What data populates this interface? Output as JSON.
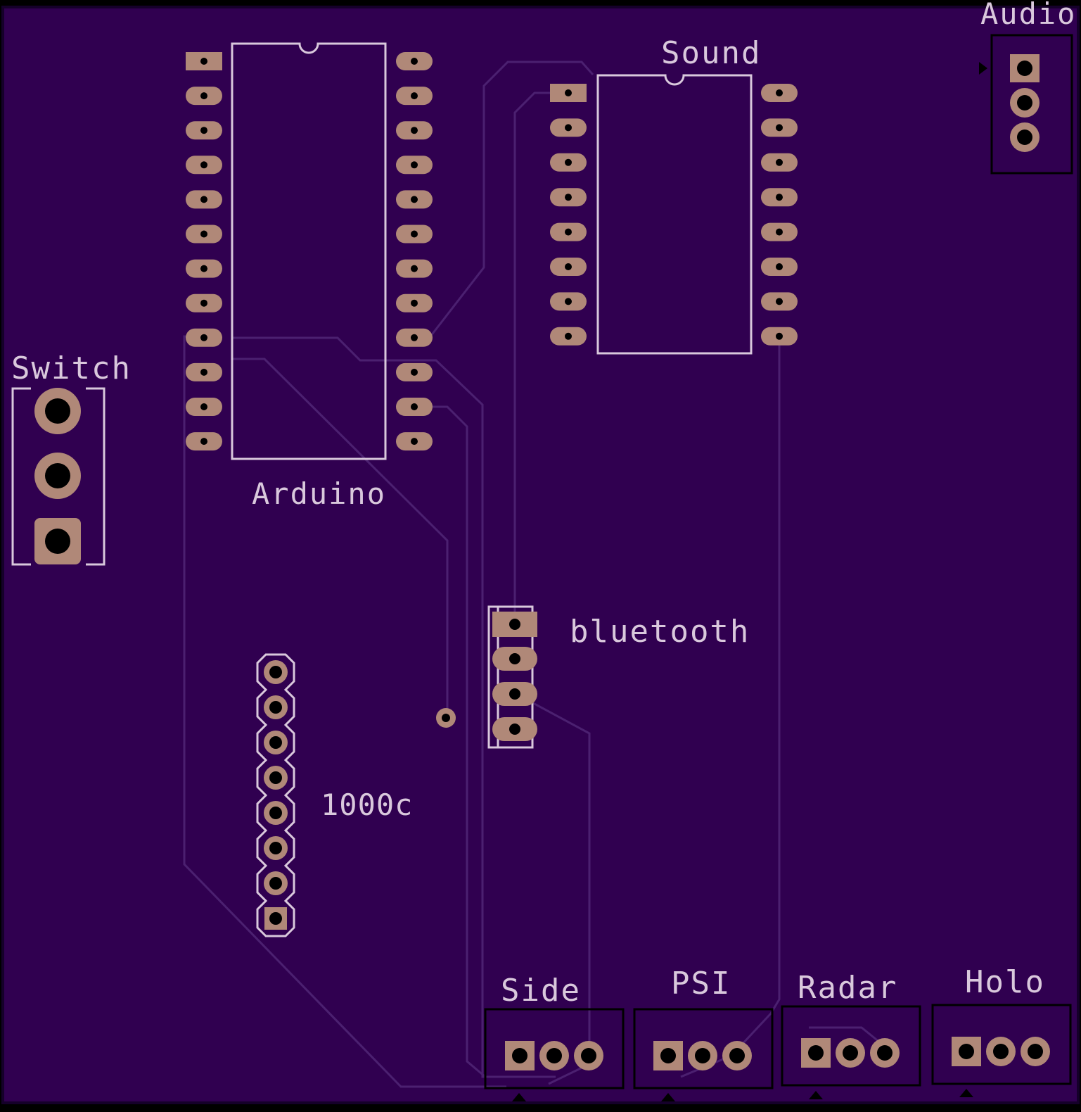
{
  "colors": {
    "board": "#300050",
    "trace": "#4b2070",
    "pad": "#b08878",
    "silk": "#d9c8dc",
    "drill": "#000000"
  },
  "components": {
    "arduino": "Arduino",
    "sound": "Sound",
    "audio": "Audio",
    "switch": "Switch",
    "bluetooth": "bluetooth",
    "capacitor": "1000c",
    "side": "Side",
    "psi": "PSI",
    "radar": "Radar",
    "holo": "Holo"
  }
}
